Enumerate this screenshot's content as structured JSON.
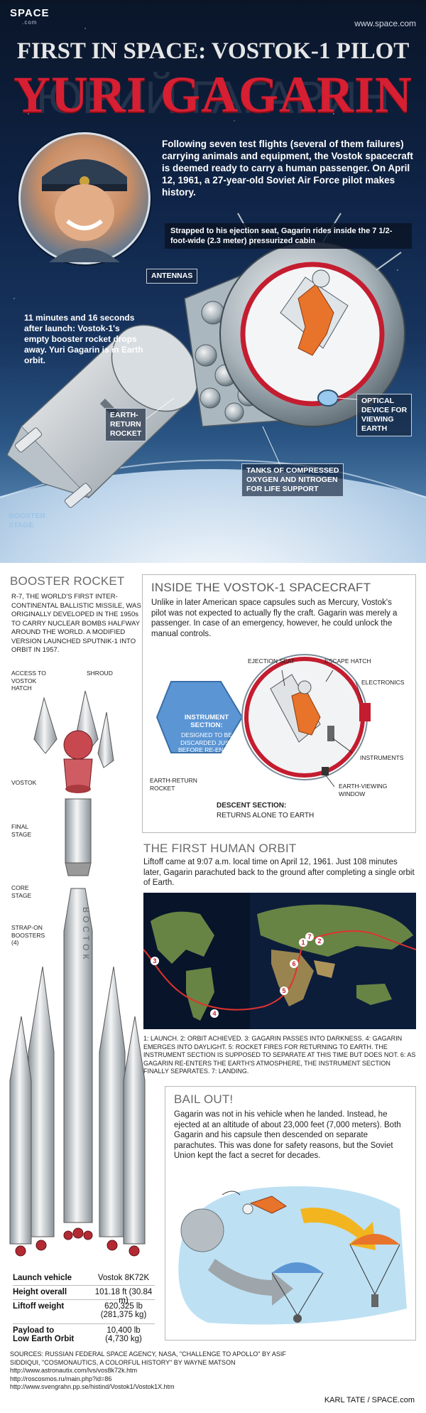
{
  "header": {
    "logo": "SPACE",
    "logo_sub": ".com",
    "site": "www.space.com",
    "title_line1": "FIRST IN SPACE: VOSTOK-1 PILOT",
    "title_line2": "YURI GAGARIN",
    "title_ghost": "ЮРИЙ ГАГАРИН"
  },
  "hero": {
    "intro": "Following seven test flights (several of them failures) carrying animals and equipment, the Vostok spacecraft is deemed ready to carry a human passenger. On April 12, 1961, a 27-year-old Soviet Air Force pilot makes history.",
    "callout_cabin": "Strapped to his ejection seat, Gagarin rides inside the 7 1/2-foot-wide (2.3 meter) pressurized cabin",
    "antennas": "ANTENNAS",
    "orbit_note": "11 minutes and 16 seconds after launch: Vostok-1's empty booster rocket drops away. Yuri Gagarin is in Earth orbit.",
    "earth_return": "EARTH-\nRETURN\nROCKET",
    "optical": "OPTICAL\nDEVICE FOR\nVIEWING\nEARTH",
    "tanks": "TANKS OF COMPRESSED\nOXYGEN AND NITROGEN\nFOR LIFE SUPPORT",
    "booster_stage": "BOOSTER\nSTAGE"
  },
  "booster": {
    "heading": "BOOSTER ROCKET",
    "text": "R-7, THE WORLD'S FIRST INTER-CONTINENTAL BALLISTIC MISSILE, WAS ORIGINALLY DEVELOPED IN THE 1950s TO CARRY NUCLEAR BOMBS HALFWAY AROUND THE WORLD. A MODIFIED VERSION LAUNCHED SPUTNIK-1 INTO ORBIT IN 1957.",
    "labels": {
      "access": "ACCESS TO\nVOSTOK\nHATCH",
      "shroud": "SHROUD",
      "vostok": "VOSTOK",
      "final": "FINAL\nSTAGE",
      "core": "CORE\nSTAGE",
      "strapon": "STRAP-ON\nBOOSTERS\n(4)"
    },
    "rocket_text": "ВОСТОК",
    "specs": [
      {
        "k": "Launch vehicle",
        "v": "Vostok 8K72K"
      },
      {
        "k": "Height overall",
        "v": "101.18 ft (30.84 m)"
      },
      {
        "k": "Liftoff weight",
        "v": "620,325 lb\n(281,375 kg)"
      },
      {
        "k": "Payload to\nLow Earth Orbit",
        "v": "10,400 lb\n(4,730 kg)"
      }
    ]
  },
  "inside": {
    "heading": "INSIDE THE VOSTOK-1 SPACECRAFT",
    "text": "Unlike in later American space capsules such as Mercury, Vostok's pilot was not expected to actually fly the craft. Gagarin was merely a passenger. In case of an emergency, however, he could unlock the manual controls.",
    "ejection_seat": "EJECTION SEAT",
    "escape_hatch": "ESCAPE HATCH",
    "electronics": "ELECTRONICS",
    "instrument_section": "INSTRUMENT\nSECTION:",
    "instrument_desc": "DESIGNED TO BE\nDISCARDED JUST\nBEFORE RE-ENTRY",
    "earth_return": "EARTH-RETURN\nROCKET",
    "instruments": "INSTRUMENTS",
    "window": "EARTH-VIEWING\nWINDOW",
    "descent_title": "DESCENT SECTION:",
    "descent_desc": "RETURNS ALONE TO EARTH"
  },
  "orbit": {
    "heading": "THE FIRST HUMAN ORBIT",
    "text": "Liftoff came at 9:07 a.m. local time on April 12, 1961. Just 108 minutes later, Gagarin parachuted back to the ground after completing a single orbit of Earth.",
    "markers": [
      "1",
      "2",
      "3",
      "4",
      "5",
      "6",
      "7"
    ],
    "caption": "1: LAUNCH. 2: ORBIT ACHIEVED. 3: GAGARIN PASSES INTO DARKNESS. 4: GAGARIN EMERGES INTO DAYLIGHT. 5: ROCKET FIRES FOR RETURNING TO EARTH. THE INSTRUMENT SECTION IS SUPPOSED TO SEPARATE AT THIS TIME BUT DOES NOT. 6: AS GAGARIN RE-ENTERS THE EARTH'S ATMOSPHERE, THE INSTRUMENT SECTION FINALLY SEPARATES. 7: LANDING."
  },
  "bailout": {
    "heading": "BAIL OUT!",
    "text": "Gagarin was not in his vehicle when he landed. Instead, he ejected at an altitude of about 23,000 feet (7,000 meters). Both Gagarin and his capsule then descended on separate parachutes. This was done for safety reasons, but the Soviet Union kept the fact a secret for decades."
  },
  "footer": {
    "sources": "SOURCES: RUSSIAN FEDERAL SPACE AGENCY, NASA, \"CHALLENGE TO APOLLO\" BY ASIF SIDDIQUI, \"COSMONAUTICS, A COLORFUL HISTORY\" BY WAYNE MATSON",
    "url1": "http://www.astronautix.com/lvs/vos8k72k.htm",
    "url2": "http://roscosmos.ru/main.php?id=86",
    "url3": "http://www.svengrahn.pp.se/histind/Vostok1/Vostok1X.htm",
    "credit": "KARL TATE / SPACE.com"
  },
  "colors": {
    "red": "#d61f32",
    "navy": "#0f2447",
    "blue_panel": "#5b95d4",
    "orange": "#e8732a"
  }
}
